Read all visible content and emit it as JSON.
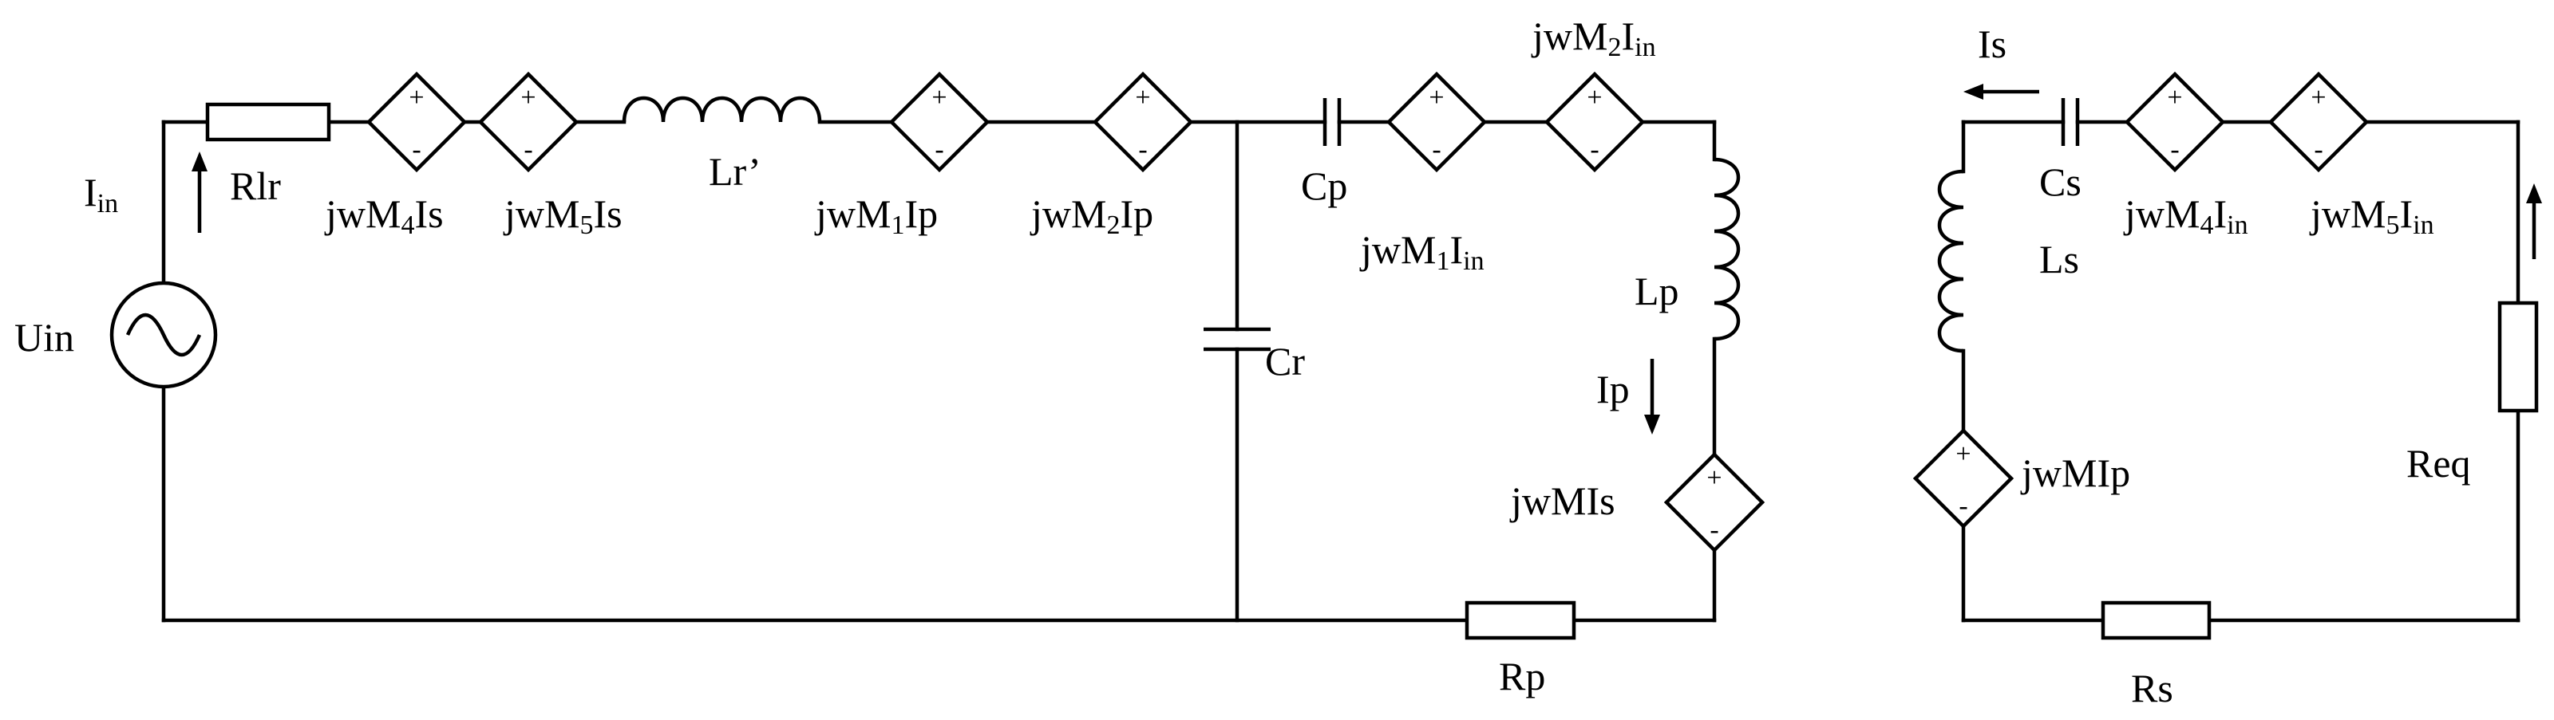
{
  "primary": {
    "source": {
      "name": "Uin",
      "current": [
        "I",
        "in"
      ]
    },
    "rlr": "Rlr",
    "dep_M4": [
      "jwM",
      "4",
      "Is"
    ],
    "dep_M5": [
      "jwM",
      "5",
      "Is"
    ],
    "lr": "Lr’",
    "dep_M1": [
      "jwM",
      "1",
      "Ip"
    ],
    "dep_M2": [
      "jwM",
      "2",
      "Ip"
    ],
    "cr": "Cr",
    "cp": "Cp",
    "dep_M1_in": [
      "jwM",
      "1",
      "I",
      "in"
    ],
    "dep_M2_in": [
      "jwM",
      "2",
      "I",
      "in"
    ],
    "lp": "Lp",
    "ip": "Ip",
    "dep_M": "jwMIs",
    "rp": "Rp"
  },
  "secondary": {
    "is": "Is",
    "cs": "Cs",
    "dep_M4_in": [
      "jwM",
      "4",
      "I",
      "in"
    ],
    "dep_M5_in": [
      "jwM",
      "5",
      "I",
      "in"
    ],
    "ls": "Ls",
    "dep_M": "jwMIp",
    "req": "Req",
    "rs": "Rs"
  },
  "symbols": {
    "plus": "+",
    "minus": "-"
  }
}
